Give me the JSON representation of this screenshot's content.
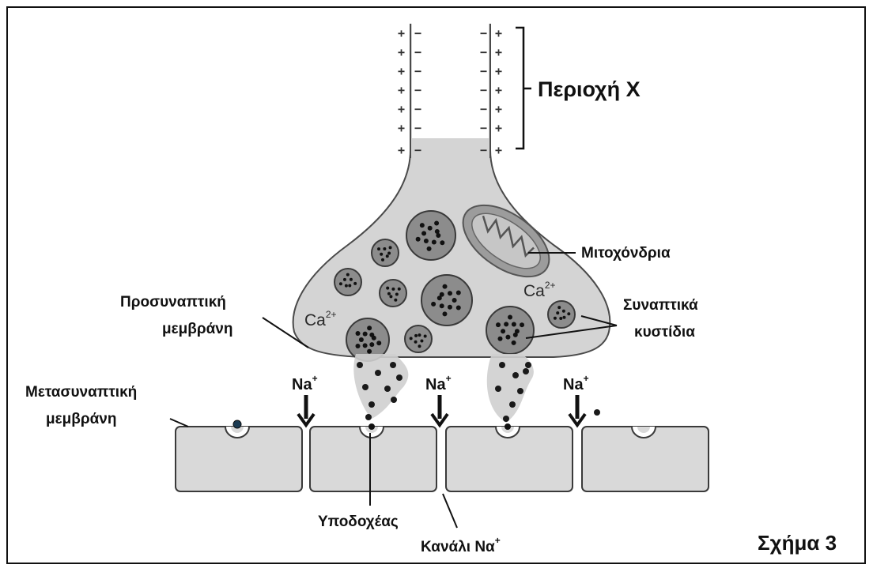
{
  "figure_label": "Σχήμα 3",
  "labels": {
    "region_x": "Περιοχή Χ",
    "mitochondria": "Μιτοχόνδρια",
    "presynaptic_line1": "Προσυναπτική",
    "presynaptic_line2": "μεμβράνη",
    "vesicles_line1": "Συναπτικά",
    "vesicles_line2": "κυστίδια",
    "postsynaptic_line1": "Μετασυναπτική",
    "postsynaptic_line2": "μεμβράνη",
    "receptor": "Υποδοχέας",
    "channel": "Κανάλι Να",
    "channel_sup": "+"
  },
  "ions": {
    "calcium": "Ca",
    "calcium_sup": "2+",
    "sodium": "Na",
    "sodium_sup": "+"
  },
  "membrane_signs": {
    "outer": "+",
    "inner": "−"
  },
  "colors": {
    "cell_fill": "#d9d9d9",
    "stroke": "#3a3a3a",
    "vesicle_fill": "#8a8a8a",
    "neurotransmitter": "#1a1a1a"
  }
}
